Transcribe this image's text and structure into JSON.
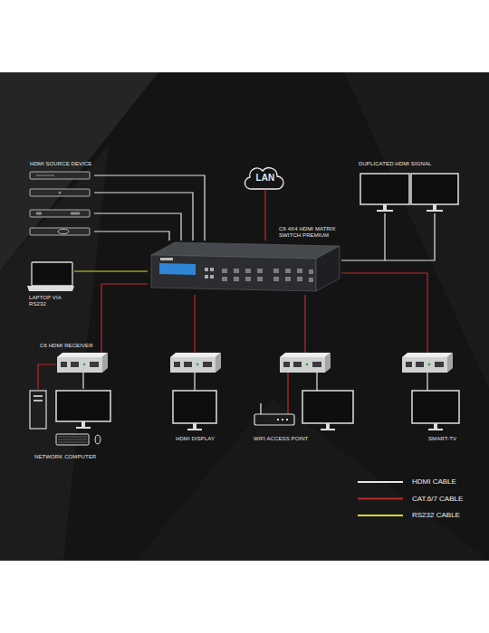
{
  "diagram": {
    "nodes": [
      {
        "text": [
          "HDMI SOURCE DEVICE"
        ]
      },
      {
        "text": [
          "LAN"
        ]
      },
      {
        "text": [
          "DUPLICATED HDMI SIGNAL"
        ]
      },
      {
        "text": [
          "C6 4X4 HDMI MATRIX SWITCH PREMIUM"
        ]
      },
      {
        "text": [
          "LAPTOP VIA RS232"
        ]
      },
      {
        "text": [
          "C6 HDMI RECEIVER"
        ]
      },
      {
        "text": [
          "HDMI DISPLAY"
        ]
      },
      {
        "text": [
          "WIFI ACCESS POINT"
        ]
      },
      {
        "text": [
          "SMART-TV"
        ]
      },
      {
        "text": [
          "NETWORK COMPUTER"
        ]
      }
    ],
    "edges": [
      {
        "from": 0,
        "to": 3,
        "arrow": "none"
      },
      {
        "from": 0,
        "to": 3,
        "arrow": "none"
      },
      {
        "from": 0,
        "to": 3,
        "arrow": "none"
      },
      {
        "from": 0,
        "to": 3,
        "arrow": "none"
      },
      {
        "from": 1,
        "to": 3,
        "arrow": "none"
      },
      {
        "from": 3,
        "to": 2,
        "arrow": "none"
      },
      {
        "from": 4,
        "to": 3,
        "arrow": "none"
      },
      {
        "from": 3,
        "to": 5,
        "arrow": "none"
      },
      {
        "from": 5,
        "to": 9,
        "arrow": "none"
      },
      {
        "from": 5,
        "to": 9,
        "arrow": "none"
      },
      {
        "from": 3,
        "to": 6,
        "arrow": "none"
      },
      {
        "from": 3,
        "to": 7,
        "arrow": "none"
      },
      {
        "from": 3,
        "to": 8,
        "arrow": "none"
      }
    ],
    "legend": [
      {
        "text": "HDMI CABLE"
      },
      {
        "text": "CAT.6/7 CABLE"
      },
      {
        "text": "RS232 CABLE"
      }
    ]
  }
}
